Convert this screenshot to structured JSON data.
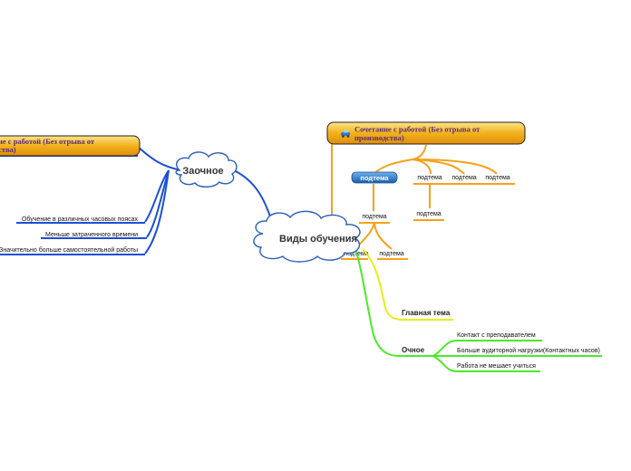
{
  "central": {
    "label": "Виды обучения"
  },
  "zaochnoe": {
    "label": "Заочное",
    "banner": "ие с работой (Без отрыва от производства)",
    "banner_line1": "ие с работой (Без отрыва от",
    "banner_line2": "ства)",
    "items": [
      "Обучение в различных часовых поясах",
      "Меньше затраченного времени",
      "Значительно больше самостоятельной работы"
    ]
  },
  "sochetanie": {
    "banner_line1": "Сочетание с работой (Без отрыва от",
    "banner_line2": "производства)",
    "selected_subtopic": "подтема",
    "subtopics": [
      "подтема",
      "подтема",
      "подтема",
      "подтема",
      "подтема"
    ]
  },
  "lower": {
    "subtopics": [
      "подтема",
      "подтема"
    ],
    "main_topic": "Главная тема"
  },
  "ochnoe": {
    "label": "Очное",
    "items": [
      "Контакт с преподавателем",
      "Больше аудиторной нагрузки(Контактных часов)",
      "Работа не мешает учиться"
    ]
  },
  "colors": {
    "blue_branch": "#1a4fd6",
    "orange_branch": "#f5a21a",
    "green_branch": "#4ee82a",
    "yellow_branch": "#e6ee1a",
    "banner_fill": "#f2b21c",
    "selected_fill": "#2a78c8"
  }
}
